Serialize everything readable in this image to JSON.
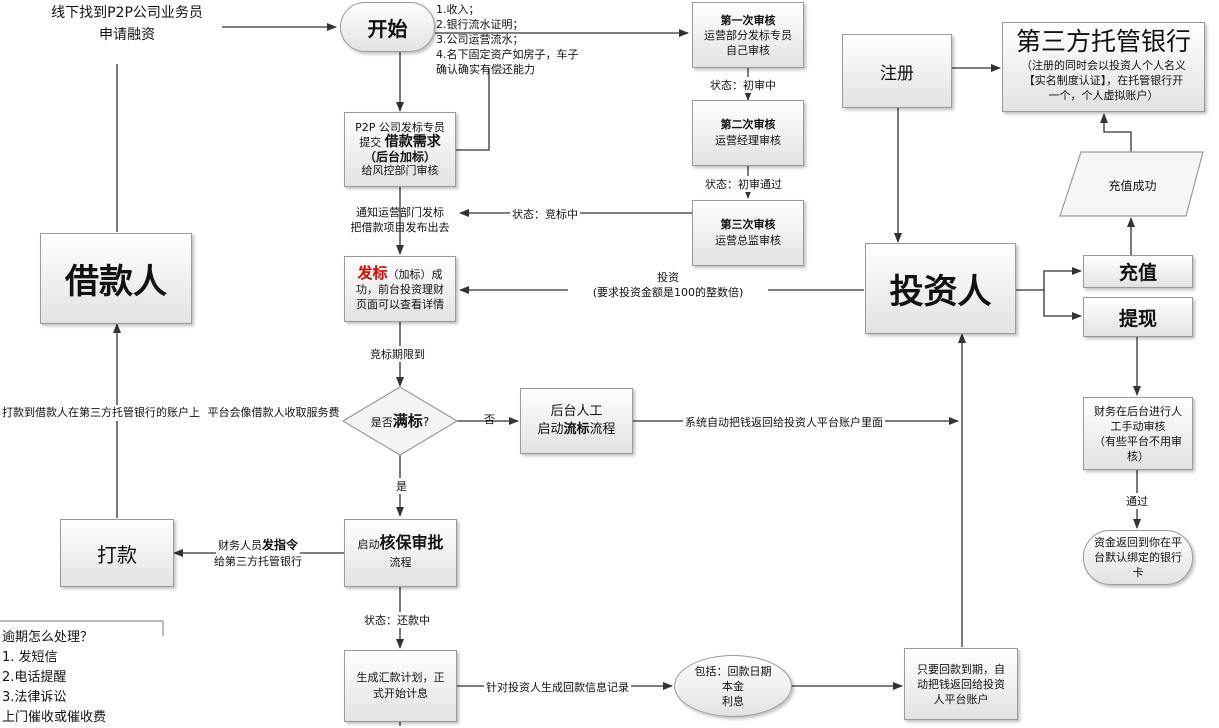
{
  "n": {
    "offline": [
      "线下找到P2P公司业务员",
      "申请融资"
    ],
    "start": "开始",
    "docs": [
      "1.收入；",
      "2.银行流水证明；",
      "3.公司运营流水；",
      "4.名下固定资产如房子，车子",
      "确认确实有偿还能力"
    ],
    "review1": [
      "第一次审核",
      "运营部分发标专员",
      "自己审核"
    ],
    "status_init": "状态：初审中",
    "review2": [
      "第二次审核",
      "运营经理审核"
    ],
    "status_pass": "状态：初审通过",
    "review3": [
      "第三次审核",
      "运营总监审核"
    ],
    "status_bid": "状态：竞标中",
    "notify": [
      "通知运营部门发标",
      "把借款项目发布出去"
    ],
    "submit": [
      "P2P 公司发标专员",
      "提交",
      "借款需求",
      "（后台加标）",
      "给风控部门审核"
    ],
    "publish": [
      "发标",
      "（加标）成",
      "功，前台投资理财",
      "页面可以查看详情"
    ],
    "invest_label": [
      "投资",
      "(要求投资金额是100的整数倍)"
    ],
    "deadline": "竞标期限到",
    "full_q": [
      "是否",
      "满标",
      "?"
    ],
    "no": "否",
    "yes": "是",
    "manual": [
      "后台人工",
      "启动",
      "流标",
      "流程"
    ],
    "auto_return": "系统自动把钱返回给投资人平台账户里面",
    "borrower": "借款人",
    "pay_desc": [
      "打款到借款人在第三方托管银行的账户上",
      "平台会像借款人收取服务费"
    ],
    "pay": "打款",
    "finance_cmd": [
      "财务人员",
      "发指令",
      "给第三方托管银行"
    ],
    "approve": [
      "启动",
      "核保审批",
      "流程"
    ],
    "status_repay": "状态：还款中",
    "plan": [
      "生成汇款计划，正",
      "式开始计息"
    ],
    "record": "针对投资人生成回款信息记录",
    "include": [
      "包括：回款日期",
      "本金",
      "利息"
    ],
    "due": [
      "只要回款到期，自",
      "动把钱返回给投资",
      "人平台账户"
    ],
    "overdue": [
      "逾期怎么处理？",
      "1. 发短信",
      "2.电话提醒",
      "3.法律诉讼",
      "上门催收或催收费"
    ],
    "register": "注册",
    "bank_title": "第三方托管银行",
    "bank_desc": [
      "（注册的同时会以投资人个人名义",
      "【实名制度认证】，在托管银行开",
      "一个，个人虚拟账户）"
    ],
    "recharge_ok": "充值成功",
    "investor": "投资人",
    "recharge": "充值",
    "withdraw": "提现",
    "fin_manual": [
      "财务在后台进行人",
      "工手动审核",
      "（有些平台不用审",
      "核）"
    ],
    "pass": "通过",
    "refund": [
      "资金返回到你在平",
      "台默认绑定的银行",
      "卡"
    ]
  }
}
